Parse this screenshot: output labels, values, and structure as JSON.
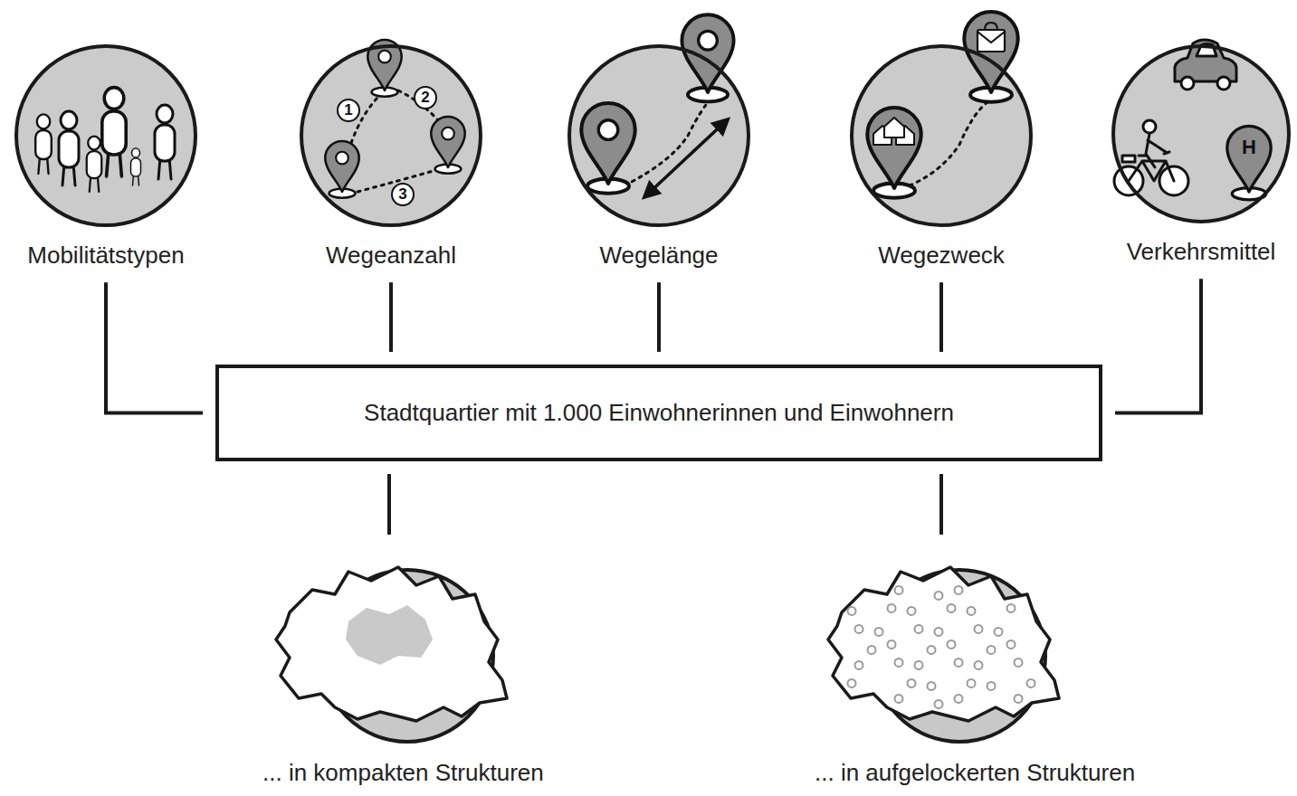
{
  "diagram": {
    "nodes": [
      {
        "text": [
          "Mobilitätstypen"
        ]
      },
      {
        "text": [
          "Wegeanzahl"
        ]
      },
      {
        "text": [
          "Wegelänge"
        ]
      },
      {
        "text": [
          "Wegezweck"
        ]
      },
      {
        "text": [
          "Verkehrsmittel"
        ]
      },
      {
        "text": [
          "Stadtquartier mit 1.000 Einwohnerinnen und Einwohnern"
        ]
      },
      {
        "text": [
          "... in kompakten Strukturen"
        ]
      },
      {
        "text": [
          "... in aufgelockerten Strukturen"
        ]
      }
    ],
    "edges": [
      {
        "from": 0,
        "to": 5,
        "arrow": "none"
      },
      {
        "from": 1,
        "to": 5,
        "arrow": "none"
      },
      {
        "from": 2,
        "to": 5,
        "arrow": "none"
      },
      {
        "from": 3,
        "to": 5,
        "arrow": "none"
      },
      {
        "from": 4,
        "to": 5,
        "arrow": "none"
      },
      {
        "from": 5,
        "to": 6,
        "arrow": "none"
      },
      {
        "from": 5,
        "to": 7,
        "arrow": "none"
      }
    ],
    "labels": [
      "1",
      "2",
      "3",
      "H"
    ]
  }
}
